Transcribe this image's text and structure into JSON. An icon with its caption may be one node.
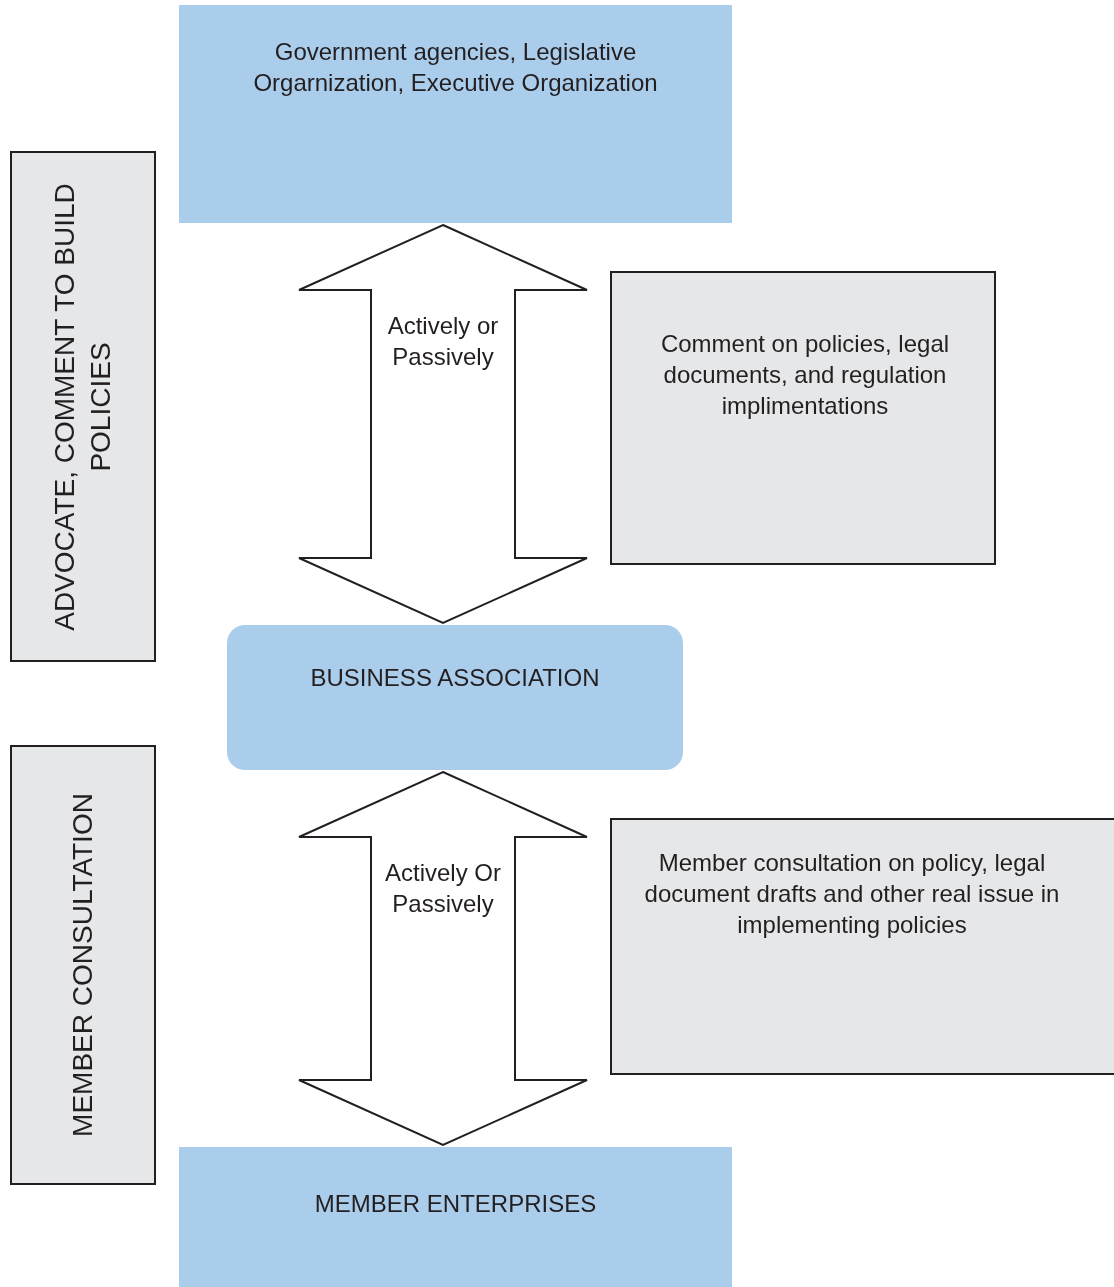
{
  "diagram": {
    "nodes": [
      {
        "text": [
          "Government agencies, Legislative Orgarnization, Executive Organization"
        ]
      },
      {
        "text": [
          "ADVOCATE, COMMENT TO BUILD POLICIES"
        ]
      },
      {
        "text": [
          "Comment on policies, legal documents, and regulation implimentations"
        ]
      },
      {
        "text": [
          "BUSINESS ASSOCIATION"
        ]
      },
      {
        "text": [
          "MEMBER CONSULTATION"
        ]
      },
      {
        "text": [
          "Member consultation on policy, legal document drafts and other real issue in implementing policies"
        ]
      },
      {
        "text": [
          "MEMBER ENTERPRISES"
        ]
      }
    ],
    "edges": [
      {
        "from": 0,
        "to": 3,
        "arrow": "both",
        "label": "Actively or Passively"
      },
      {
        "from": 3,
        "to": 6,
        "arrow": "both",
        "label": "Actively Or Passively"
      }
    ]
  }
}
